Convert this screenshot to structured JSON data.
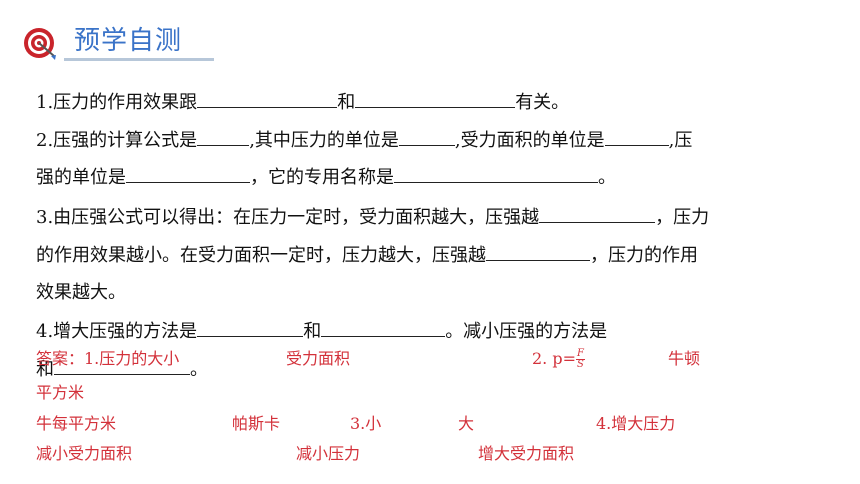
{
  "header": {
    "title": "预学自测"
  },
  "q1": {
    "a": "1.压力的作用效果跟",
    "b": "和",
    "c": "有关。"
  },
  "q2": {
    "a": "2.压强的计算公式是",
    "b": ",其中压力的单位是",
    "c": ",受力面积的单位是",
    "d": ",压",
    "e": "强的单位是",
    "f": "，它的专用名称是",
    "g": "。"
  },
  "q3": {
    "a": "3.由压强公式可以得出：在压力一定时，受力面积越大，压强越",
    "b": "，压力",
    "c": "的作用效果越小。在受力面积一定时，压力越大，压强越",
    "d": "，压力的作用",
    "e": "效果越大。"
  },
  "q4": {
    "a": "4.增大压强的方法是",
    "b": "和",
    "c": "。减小压强的方法是",
    "d": "和",
    "e": "。"
  },
  "answers": {
    "label": "答案：1.压力的大小",
    "a1b": "受力面积",
    "a2": "2.  p=",
    "frac_num": "F",
    "frac_den": "S",
    "a2b": "牛顿",
    "a2c": "平方米",
    "a2d": "牛每平方米",
    "a2e": "帕斯卡",
    "a3a": "3.小",
    "a3b": "大",
    "a4a": "4.增大压力",
    "a4b": "减小受力面积",
    "a4c": "减小压力",
    "a4d": "增大受力面积"
  },
  "colors": {
    "title": "#3a73c8",
    "answer": "#d3313a",
    "text": "#111111"
  },
  "icons": [
    "target-arrow-icon"
  ]
}
